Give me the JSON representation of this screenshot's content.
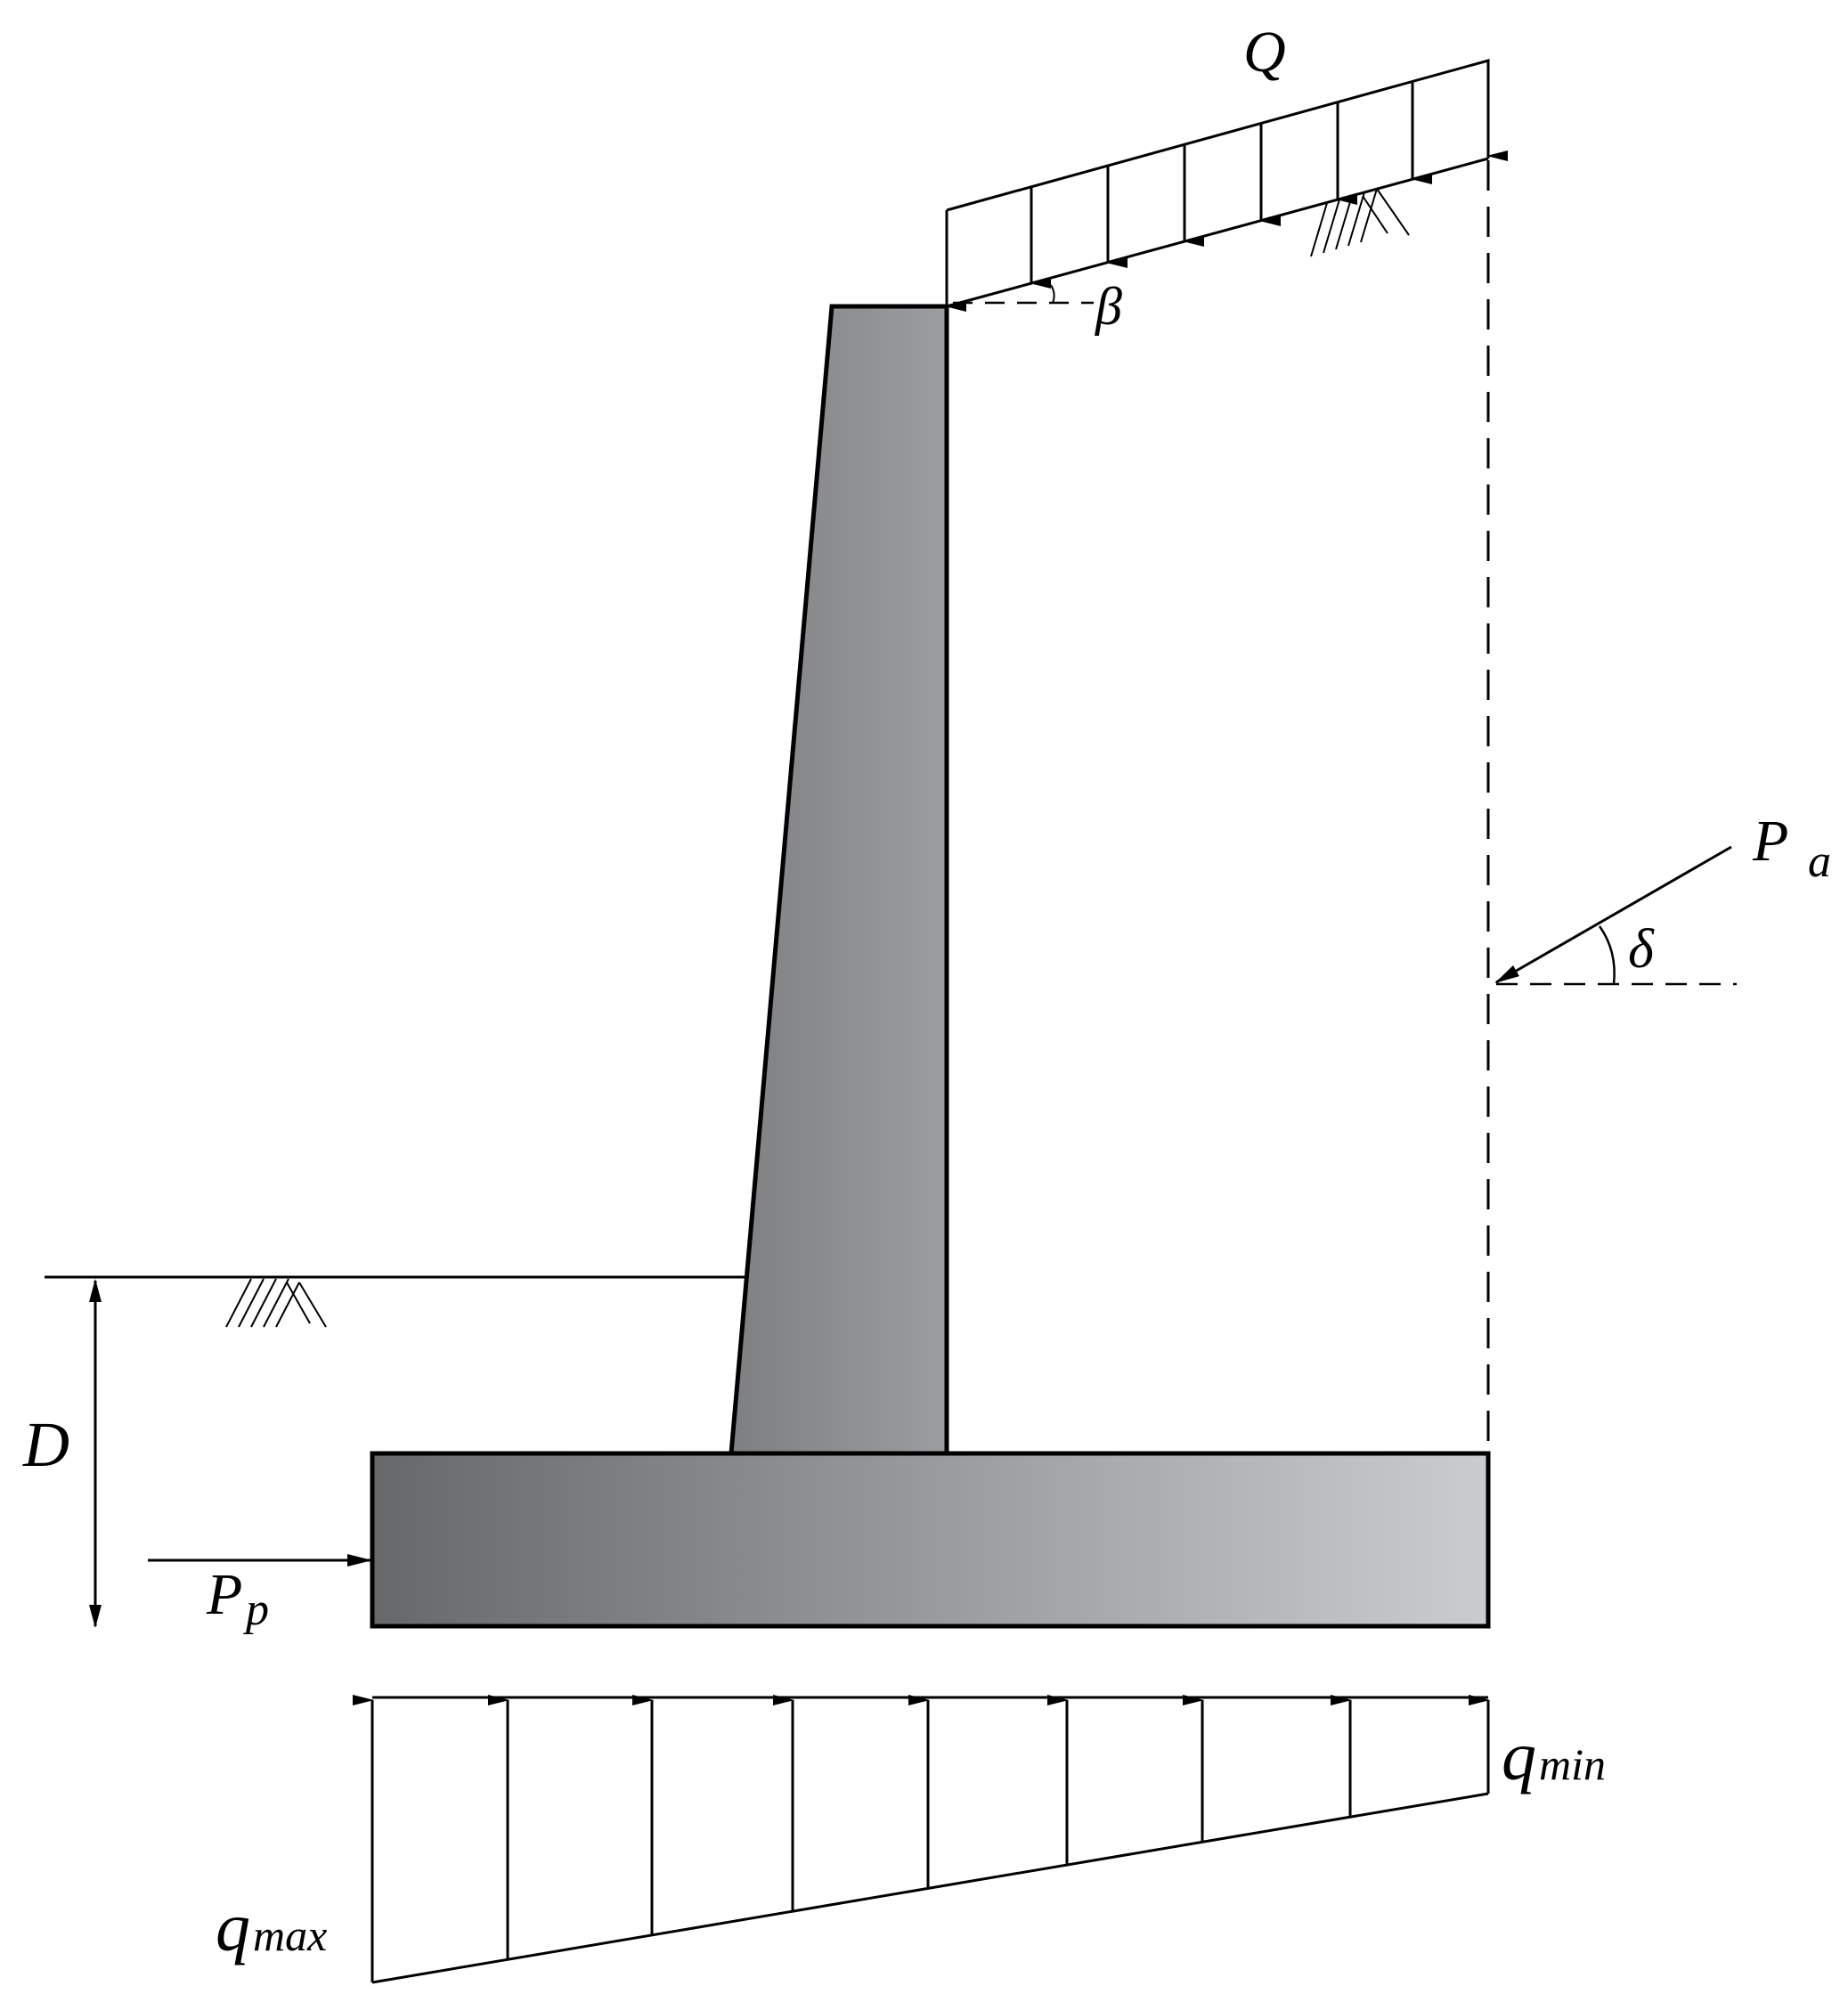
{
  "labels": {
    "Q": "Q",
    "beta": "β",
    "Pa_main": "P",
    "Pa_sub": "a",
    "delta": "δ",
    "D": "D",
    "Pp_main": "P",
    "Pp_sub": "p",
    "qmin_main": "q",
    "qmin_sub": "min",
    "qmax_main": "q",
    "qmax_sub": "max"
  },
  "colors": {
    "stem_light": "#7b7c7e",
    "stem_dark": "#9a9b9d",
    "base_left": "#6a6b6d",
    "base_right": "#c9cacc",
    "stroke": "#000000"
  }
}
